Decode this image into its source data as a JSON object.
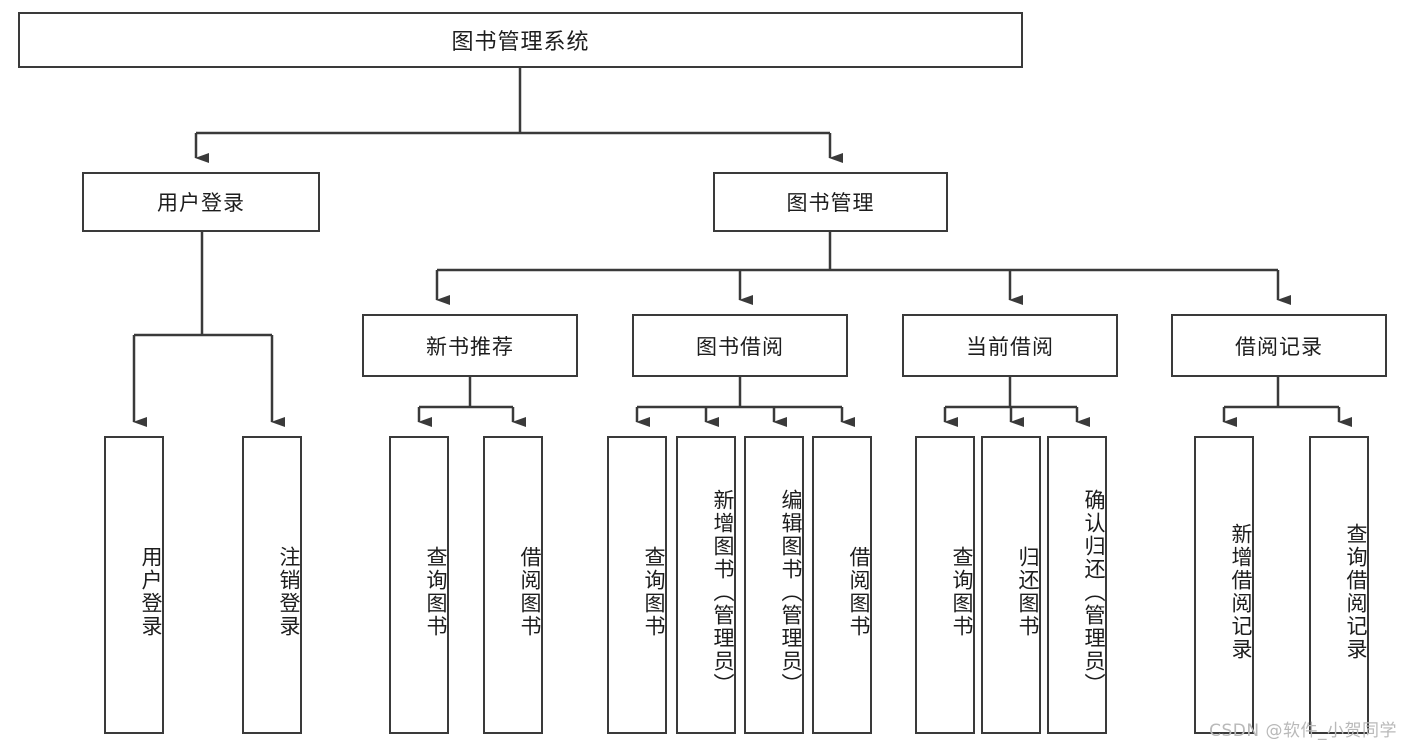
{
  "diagram": {
    "title": "图书管理系统",
    "watermark": "CSDN @软件_小贺同学"
  },
  "chart_data": {
    "type": "tree",
    "title": "图书管理系统",
    "orientation": "top-down",
    "nodes": [
      {
        "id": "root",
        "label": "图书管理系统",
        "level": 0,
        "orientation": "horizontal"
      },
      {
        "id": "login",
        "label": "用户登录",
        "level": 1,
        "parent": "root",
        "orientation": "horizontal"
      },
      {
        "id": "bookmgmt",
        "label": "图书管理",
        "level": 1,
        "parent": "root",
        "orientation": "horizontal"
      },
      {
        "id": "newbook",
        "label": "新书推荐",
        "level": 2,
        "parent": "bookmgmt",
        "orientation": "horizontal"
      },
      {
        "id": "borrow",
        "label": "图书借阅",
        "level": 2,
        "parent": "bookmgmt",
        "orientation": "horizontal"
      },
      {
        "id": "current",
        "label": "当前借阅",
        "level": 2,
        "parent": "bookmgmt",
        "orientation": "horizontal"
      },
      {
        "id": "record",
        "label": "借阅记录",
        "level": 2,
        "parent": "bookmgmt",
        "orientation": "horizontal"
      },
      {
        "id": "login-1",
        "label": "用户登录",
        "level": 2,
        "parent": "login",
        "orientation": "vertical"
      },
      {
        "id": "login-2",
        "label": "注销登录",
        "level": 2,
        "parent": "login",
        "orientation": "vertical"
      },
      {
        "id": "newbook-1",
        "label": "查询图书",
        "level": 3,
        "parent": "newbook",
        "orientation": "vertical"
      },
      {
        "id": "newbook-2",
        "label": "借阅图书",
        "level": 3,
        "parent": "newbook",
        "orientation": "vertical"
      },
      {
        "id": "borrow-1",
        "label": "查询图书",
        "level": 3,
        "parent": "borrow",
        "orientation": "vertical"
      },
      {
        "id": "borrow-2",
        "label": "新增图书（管理员）",
        "level": 3,
        "parent": "borrow",
        "orientation": "vertical"
      },
      {
        "id": "borrow-3",
        "label": "编辑图书（管理员）",
        "level": 3,
        "parent": "borrow",
        "orientation": "vertical"
      },
      {
        "id": "borrow-4",
        "label": "借阅图书",
        "level": 3,
        "parent": "borrow",
        "orientation": "vertical"
      },
      {
        "id": "current-1",
        "label": "查询图书",
        "level": 3,
        "parent": "current",
        "orientation": "vertical"
      },
      {
        "id": "current-2",
        "label": "归还图书",
        "level": 3,
        "parent": "current",
        "orientation": "vertical"
      },
      {
        "id": "current-3",
        "label": "确认归还（管理员）",
        "level": 3,
        "parent": "current",
        "orientation": "vertical"
      },
      {
        "id": "record-1",
        "label": "新增借阅记录",
        "level": 3,
        "parent": "record",
        "orientation": "vertical"
      },
      {
        "id": "record-2",
        "label": "查询借阅记录",
        "level": 3,
        "parent": "record",
        "orientation": "vertical"
      }
    ],
    "edges": [
      {
        "from": "root",
        "to": "login"
      },
      {
        "from": "root",
        "to": "bookmgmt"
      },
      {
        "from": "login",
        "to": "login-1"
      },
      {
        "from": "login",
        "to": "login-2"
      },
      {
        "from": "bookmgmt",
        "to": "newbook"
      },
      {
        "from": "bookmgmt",
        "to": "borrow"
      },
      {
        "from": "bookmgmt",
        "to": "current"
      },
      {
        "from": "bookmgmt",
        "to": "record"
      },
      {
        "from": "newbook",
        "to": "newbook-1"
      },
      {
        "from": "newbook",
        "to": "newbook-2"
      },
      {
        "from": "borrow",
        "to": "borrow-1"
      },
      {
        "from": "borrow",
        "to": "borrow-2"
      },
      {
        "from": "borrow",
        "to": "borrow-3"
      },
      {
        "from": "borrow",
        "to": "borrow-4"
      },
      {
        "from": "current",
        "to": "current-1"
      },
      {
        "from": "current",
        "to": "current-2"
      },
      {
        "from": "current",
        "to": "current-3"
      },
      {
        "from": "record",
        "to": "record-1"
      },
      {
        "from": "record",
        "to": "record-2"
      }
    ],
    "colors": {
      "border": "#3a3a3a",
      "background": "#ffffff",
      "text": "#1d1d1d",
      "watermark": "#b9b9b9"
    }
  }
}
